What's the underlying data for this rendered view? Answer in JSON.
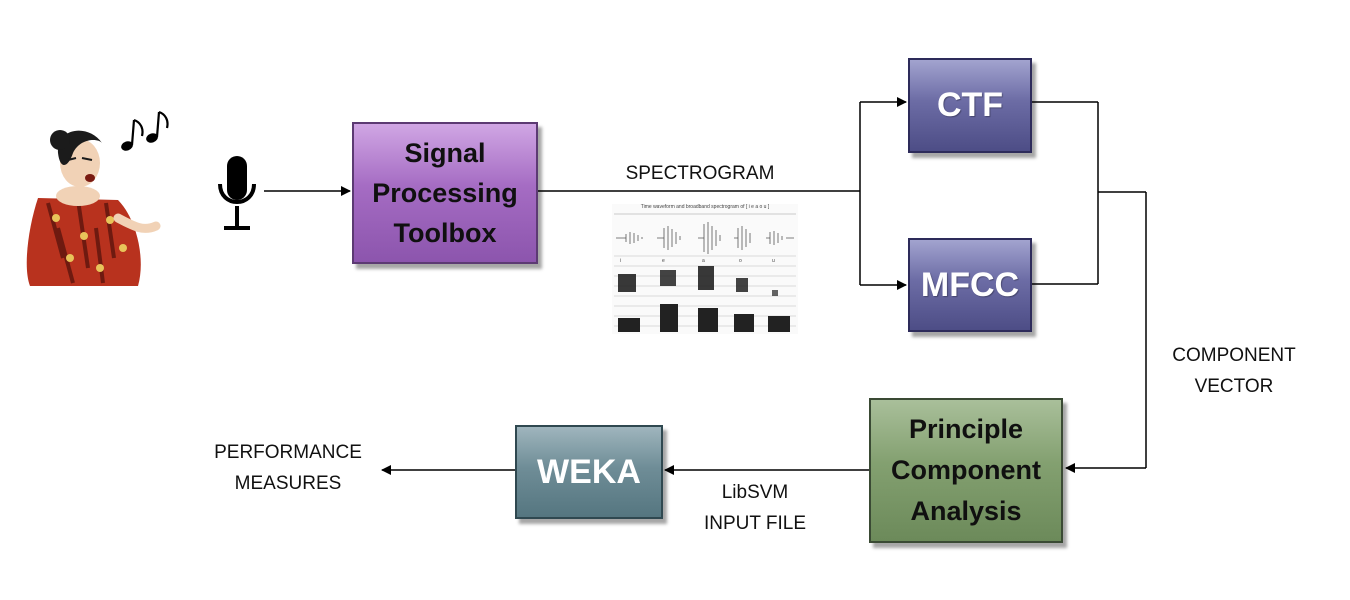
{
  "boxes": {
    "signal_processing": [
      "Signal",
      "Processing",
      "Toolbox"
    ],
    "ctf": "CTF",
    "mfcc": "MFCC",
    "pca": [
      "Principle",
      "Component",
      "Analysis"
    ],
    "weka": "WEKA"
  },
  "labels": {
    "spectrogram": "SPECTROGRAM",
    "component_vector": [
      "COMPONENT",
      "VECTOR"
    ],
    "libsvm": [
      "LibSVM",
      "INPUT FILE"
    ],
    "performance": [
      "PERFORMANCE",
      "MEASURES"
    ]
  },
  "spectrogram_image": {
    "title": "Time waveform and broadband spectrogram of  [ i e a o u ]",
    "vowel_labels": [
      "i",
      "e",
      "a",
      "o",
      "u"
    ]
  },
  "colors": {
    "signal_box": "#a56cc3",
    "feature_boxes": "#6c6ca5",
    "pca_box": "#83a070",
    "weka_box": "#6f8d97",
    "singer_dress": "#b8321e"
  },
  "icons": [
    "singer-illustration",
    "music-notes-icon",
    "microphone-icon",
    "spectrogram-image"
  ]
}
